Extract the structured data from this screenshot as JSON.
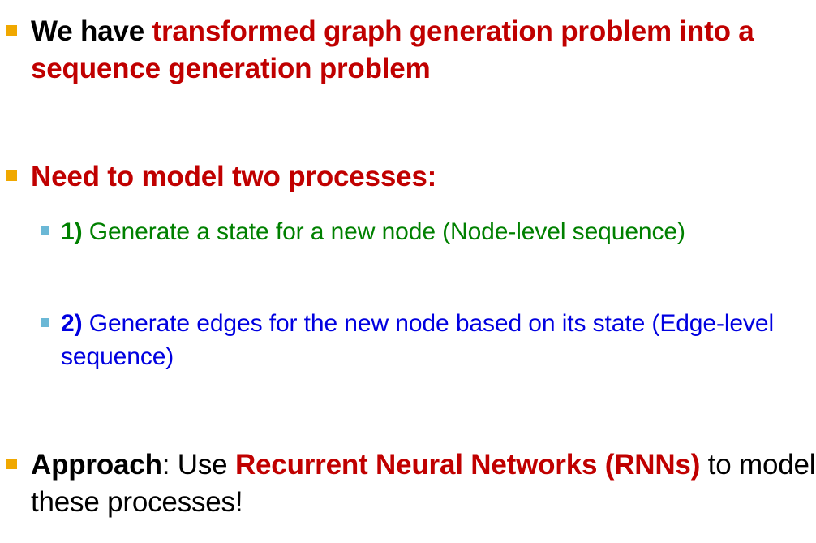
{
  "slide": {
    "background_color": "#FFFFFF",
    "colors": {
      "accent_red": "#C00000",
      "accent_green": "#008000",
      "accent_blue": "#0000E0",
      "black": "#000000",
      "bullet_level1": "#F0A800",
      "bullet_level2": "#6BB8D6"
    },
    "bullets": [
      {
        "id": "transformed",
        "level": 1,
        "marker": "orange-square-bullet",
        "runs": [
          {
            "text": "We have ",
            "color": "#000000",
            "bold": true
          },
          {
            "text": "transformed graph generation problem into a sequence generation problem",
            "color": "#C00000",
            "bold": true
          }
        ],
        "plain": "We have transformed graph generation problem into a sequence generation problem"
      },
      {
        "id": "need",
        "level": 1,
        "marker": "orange-square-bullet",
        "runs": [
          {
            "text": "Need to model two processes:",
            "color": "#C00000",
            "bold": true
          }
        ],
        "plain": "Need to model two processes:"
      },
      {
        "id": "process-1",
        "level": 2,
        "marker": "blue-square-bullet",
        "runs": [
          {
            "text": "1)",
            "color": "#008000",
            "bold": true
          },
          {
            "text": " Generate a state for a new node (Node-level sequence)",
            "color": "#008000",
            "bold": false
          }
        ],
        "plain": "1) Generate a state for a new node (Node-level sequence)"
      },
      {
        "id": "process-2",
        "level": 2,
        "marker": "blue-square-bullet",
        "runs": [
          {
            "text": "2)",
            "color": "#0000E0",
            "bold": true
          },
          {
            "text": " Generate edges for the new node based on its state (Edge-level sequence)",
            "color": "#0000E0",
            "bold": false
          }
        ],
        "plain": "2) Generate edges for the new node based on its state (Edge-level sequence)"
      },
      {
        "id": "approach",
        "level": 1,
        "marker": "orange-square-bullet",
        "runs": [
          {
            "text": "Approach",
            "color": "#000000",
            "bold": true
          },
          {
            "text": ": Use ",
            "color": "#000000",
            "bold": false
          },
          {
            "text": "Recurrent Neural Networks (RNNs)",
            "color": "#C00000",
            "bold": true
          },
          {
            "text": " to model these processes!",
            "color": "#000000",
            "bold": false
          }
        ],
        "plain": "Approach: Use Recurrent Neural Networks (RNNs) to model these processes!"
      }
    ]
  }
}
